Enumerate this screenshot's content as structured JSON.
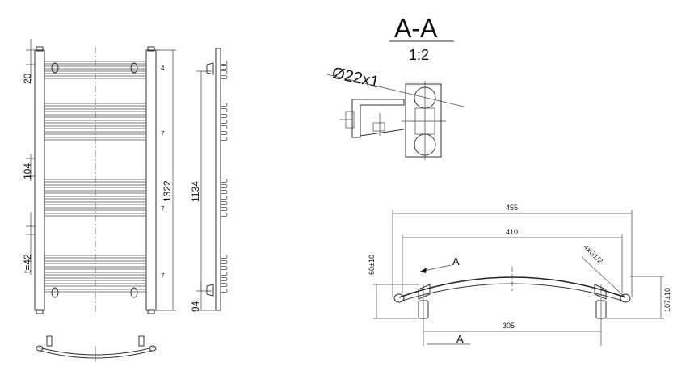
{
  "section": {
    "title": "A-A",
    "scale": "1:2",
    "diameter": "Ø22x1"
  },
  "front": {
    "dims": {
      "d20": "20",
      "d104": "104",
      "d42": "t=42",
      "d1322": "1322"
    },
    "group_counts": [
      "4",
      "7",
      "7",
      "7"
    ]
  },
  "side": {
    "d1134": "1134",
    "d94": "94"
  },
  "plan": {
    "d455": "455",
    "d410": "410",
    "d305": "305",
    "d60": "60±10",
    "d107": "107±10",
    "thread": "4xG1/2",
    "section_mark_top": "A",
    "section_mark_bottom": "A"
  },
  "colors": {
    "line": "#333333",
    "text": "#111111",
    "background": "#ffffff"
  }
}
